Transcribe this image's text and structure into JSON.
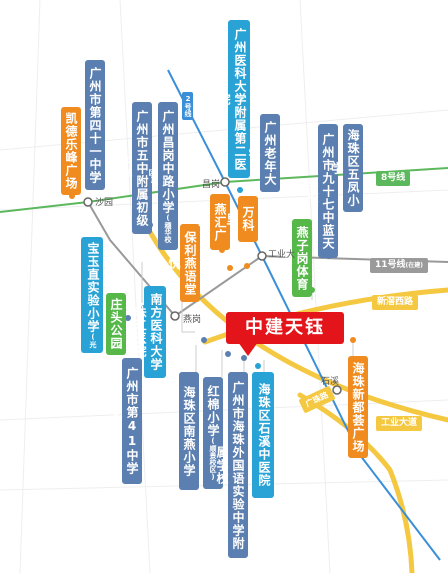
{
  "colors": {
    "blue_label": "#5b7fb0",
    "cyan_label": "#29a3d6",
    "orange_label": "#f08b1f",
    "green_label": "#55b848",
    "marker": "#e4151a",
    "road": "#f5c842",
    "metro_blue": "#3a8fd8",
    "metro_green": "#5cb85c",
    "metro_gray": "#999999"
  },
  "project": {
    "name": "中建天钰"
  },
  "pois": {
    "kaide": "凯德乐峰广场",
    "school41": "广州市第四十一中学",
    "baoyu_main": "宝玉直实验小学",
    "baoyu_sub": "(光大校区)",
    "zhuangtou": "庄头公园",
    "nanfang": "南方医科大学珠江医院",
    "school41_east": "广州市第41中学",
    "school41_east_sub": "(东校区)",
    "wuzhong": "广州市五中附属初级中学",
    "changgang_main": "广州昌岗中路小学",
    "changgang_sub": "(穗华校区)",
    "baoli": "保利燕语堂悦",
    "yikeda": "广州医科大学附属第二医院",
    "yanhui": "燕汇广场",
    "wanke": "万科里",
    "laonian": "广州老年大学",
    "jiuqi": "广州市九十七中蓝天学校",
    "wufeng": "海珠区五凤小学",
    "yanzigang": "燕子岗体育场",
    "nanyan": "海珠区南燕小学",
    "hongmian_main": "红棉小学",
    "hongmian_sub": "(顺景校区)",
    "waiyu": "广州市海珠外国语实验中学附属学校",
    "shixi_hospital": "海珠区石溪中医院",
    "xindu": "海珠新都荟广场"
  },
  "roads": {
    "line8": "8号线",
    "line11": "11号线",
    "line11_note": "(在建)",
    "line2": "2号线",
    "xinjiao": "新滘西路",
    "guangzhu": "广珠路",
    "gongye": "工业大道"
  },
  "stations": {
    "shayuan": "沙园",
    "changgang": "昌岗",
    "gongyeda": "工业大",
    "yangang": "燕岗",
    "shixi": "石溪"
  }
}
